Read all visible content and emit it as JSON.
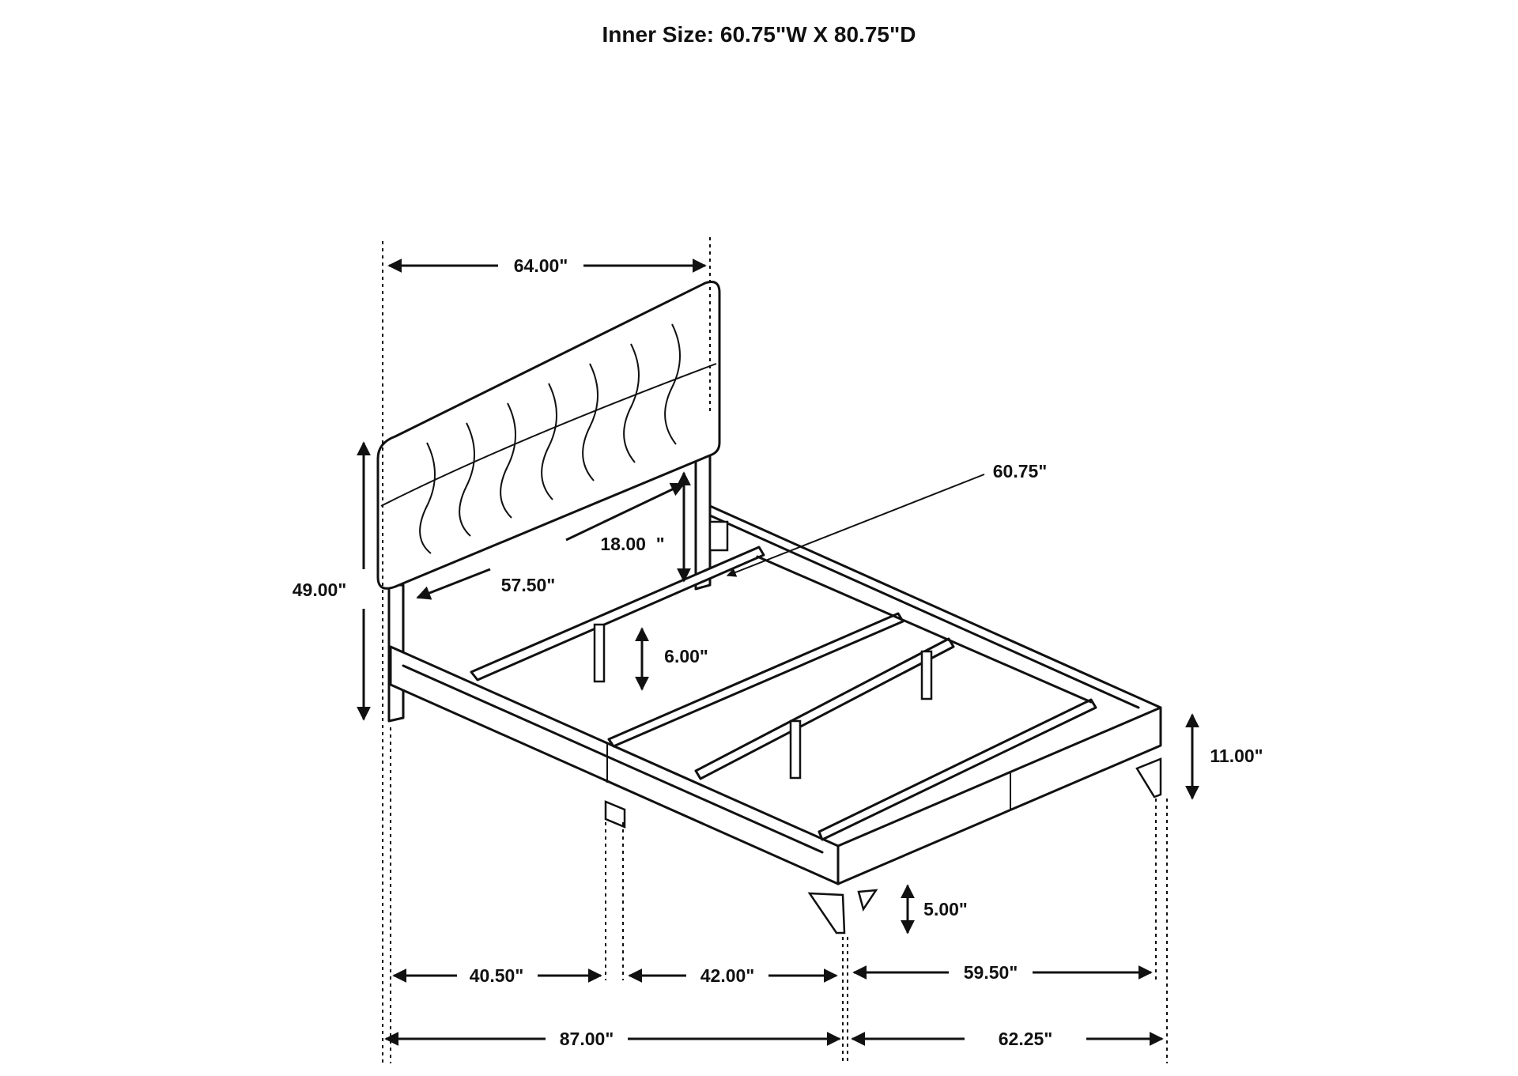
{
  "title": "Inner Size: 60.75\"W X 80.75\"D",
  "dimensions": {
    "headboard_width": "64.00\"",
    "headboard_height": "49.00\"",
    "headboard_panel_width": "57.50\"",
    "headboard_clearance": "18.00  \"",
    "inner_width": "60.75\"",
    "center_leg_height": "6.00\"",
    "side_rail_height": "11.00\"",
    "leg_height": "5.00\"",
    "side_rear_segment": "40.50\"",
    "side_front_segment": "42.00\"",
    "footboard_inner": "59.50\"",
    "overall_length": "87.00\"",
    "overall_width": "62.25\""
  }
}
